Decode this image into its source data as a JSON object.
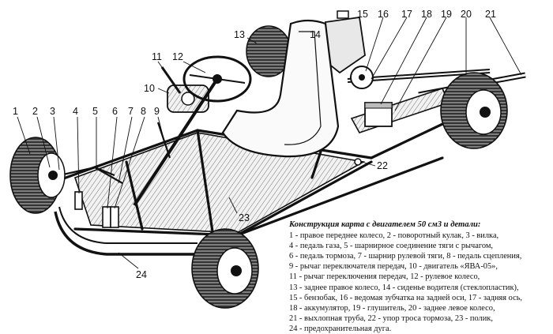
{
  "callouts": [
    "1",
    "2",
    "3",
    "4",
    "5",
    "6",
    "7",
    "8",
    "9",
    "10",
    "11",
    "12",
    "13",
    "14",
    "15",
    "16",
    "17",
    "18",
    "19",
    "20",
    "21",
    "22",
    "23",
    "24"
  ],
  "legend": {
    "title": "Конструкция карта с двигателем 50 см3 и детали:",
    "lines": [
      "1 - правое переднее колесо, 2 - поворотный кулак, 3 - вилка,",
      "4 - педаль газа, 5 - шарнирное соединение тяги с рычагом,",
      "6 - педаль тормоза, 7 - шарнир рулевой тяги, 8 - педаль сцепления,",
      "9 - рычаг переключателя передач, 10 - двигатель «ЯВА-05»,",
      "11 - рычаг переключения передач, 12 - рулевое колесо,",
      "13 - заднее правое колесо, 14 - сиденье водителя (стеклопластик),",
      "15 - бензобак, 16 - ведомая зубчатка на задней оси, 17 - задняя ось,",
      "18 - аккумулятор, 19 - глушитель, 20 - заднее левое колесо,",
      "21 - выхлопная труба, 22 - упор троса тормоза, 23 - полик,",
      "24 - предохранительная дуга."
    ]
  },
  "colors": {
    "ink": "#111111",
    "background": "#ffffff"
  }
}
